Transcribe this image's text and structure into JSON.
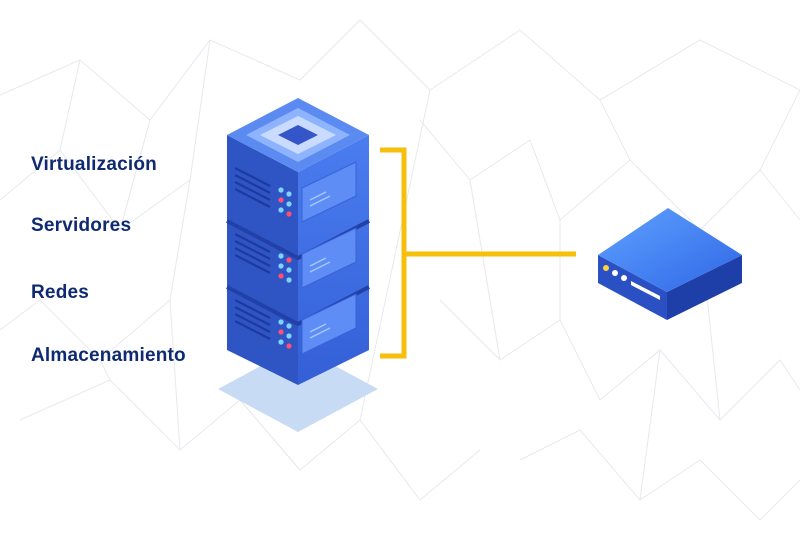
{
  "labels": [
    "Virtualización",
    "Servidores",
    "Redes",
    "Almacenamiento"
  ],
  "icons": {
    "server_rack": "server-rack-icon",
    "network_device": "network-device-icon"
  },
  "colors": {
    "label_text": "#0f2a73",
    "connector": "#f6bf0c",
    "server_blue": "#3f6fe6",
    "server_dark": "#2745b3",
    "server_top": "#5b8bf0",
    "shadow": "#c8dbf5",
    "led_red": "#ff4f72",
    "led_blue": "#7fd3ff",
    "led_yellow": "#ffd23f"
  }
}
